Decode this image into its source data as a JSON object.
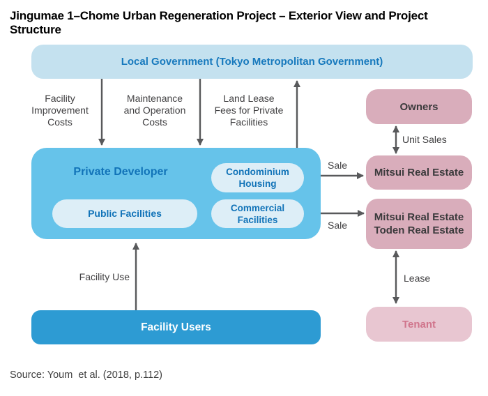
{
  "title": "Jingumae 1–Chome Urban Regeneration Project – Exterior View and Project Structure",
  "source": "Source: Youm  et al. (2018, p.112)",
  "nodes": {
    "local_government": "Local Government (Tokyo Metropolitan Government)",
    "private_developer": "Private Developer",
    "condominium_housing": "Condominium\nHousing",
    "public_facilities": "Public Facilities",
    "commercial_facilities": "Commercial\nFacilities",
    "owners": "Owners",
    "mitsui_real_estate": "Mitsui Real Estate",
    "mitsui_toden": "Mitsui Real Estate\nToden Real Estate",
    "tenant": "Tenant",
    "facility_users": "Facility Users"
  },
  "flow_labels": {
    "facility_improvement_costs": "Facility\nImprovement\nCosts",
    "maintenance_operation_costs": "Maintenance\nand Operation\nCosts",
    "land_lease_fees": "Land Lease\nFees for Private\nFacilities",
    "sale_top": "Sale",
    "sale_bottom": "Sale",
    "unit_sales": "Unit Sales",
    "lease": "Lease",
    "facility_use": "Facility Use"
  },
  "colors": {
    "banner_bg": "#c4e1ef",
    "banner_text": "#1779bd",
    "developer_bg": "#66c3ea",
    "pill_bg": "#ddeef7",
    "blue_text": "#1173b8",
    "pink_bg": "#d9adbb",
    "tenant_bg": "#e8c6d1",
    "tenant_text": "#d0758c",
    "users_bg": "#2d9bd3",
    "arrow": "#58595b",
    "label_text": "#414042"
  }
}
